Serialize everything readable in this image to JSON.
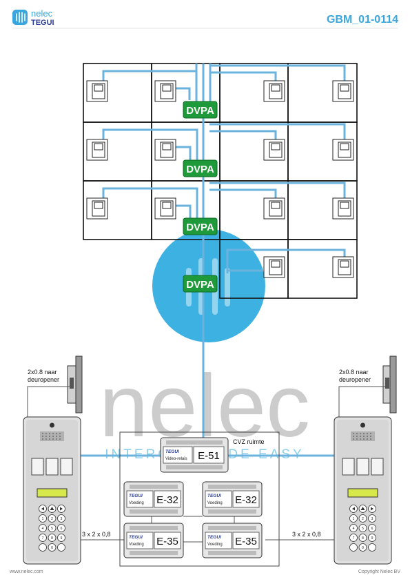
{
  "header": {
    "logo_top": "nelec",
    "logo_bottom": "TEGUI",
    "doc_code": "GBM_01-0114"
  },
  "colors": {
    "accent": "#3aa6dd",
    "bus": "#6bb3dc",
    "dvpa_fill": "#1e9a3a",
    "watermark_blue": "#29a8e0",
    "watermark_grey": "#c4c4c4",
    "wire": "#555555"
  },
  "splitter_label": "DVPA",
  "cvz_label": "CVZ ruimte",
  "modules": {
    "e51": {
      "brand": "TEGUI",
      "sub": "Video-relais",
      "code": "E-51"
    },
    "e32": {
      "brand": "TEGUI",
      "sub": "Voeding",
      "code": "E-32"
    },
    "e35": {
      "brand": "TEGUI",
      "sub": "Voeding",
      "code": "E-35"
    }
  },
  "door_opener_label_1": "2x0.8 naar",
  "door_opener_label_2": "deuropener",
  "cable_label": "3 x 2 x 0,8",
  "watermark": {
    "word": "nelec",
    "tagline": "INTERCOM MADE EASY"
  },
  "footer": {
    "left": "www.nelec.com",
    "right": "Copyright Nelec BV"
  },
  "keypad_icons": [
    "bell-icon",
    "arrow-left-icon",
    "arrow-right-icon",
    "key-icon"
  ]
}
